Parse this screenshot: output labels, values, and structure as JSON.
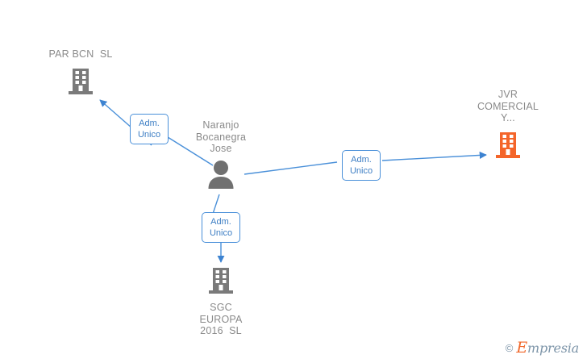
{
  "diagram": {
    "type": "relationship-graph",
    "colors": {
      "node_gray": "#7a7a7a",
      "node_highlight_orange": "#f4652a",
      "edge_blue": "#4a90d9",
      "label_text_gray": "#8a8a8a",
      "edge_label_text": "#3d7ec4",
      "background": "#ffffff"
    },
    "nodes": [
      {
        "id": "par-bcn",
        "label": "PAR BCN  SL",
        "icon": "building-icon",
        "color": "#7a7a7a",
        "label_position": "above"
      },
      {
        "id": "naranjo-bocanegra-jose",
        "label": "Naranjo\nBocanegra\nJose",
        "icon": "person-icon",
        "color": "#7a7a7a",
        "label_position": "above"
      },
      {
        "id": "jvr-comercial",
        "label": "JVR\nCOMERCIAL\nY...",
        "icon": "building-icon",
        "color": "#f4652a",
        "label_position": "above"
      },
      {
        "id": "sgc-europa",
        "label": "SGC\nEUROPA\n2016  SL",
        "icon": "building-icon",
        "color": "#7a7a7a",
        "label_position": "below"
      }
    ],
    "edges": [
      {
        "id": "edge-par-bcn",
        "from": "naranjo-bocanegra-jose",
        "to": "par-bcn",
        "label": "Adm.\nUnico",
        "direction": "to"
      },
      {
        "id": "edge-jvr",
        "from": "naranjo-bocanegra-jose",
        "to": "jvr-comercial",
        "label": "Adm.\nUnico",
        "direction": "to"
      },
      {
        "id": "edge-sgc",
        "from": "naranjo-bocanegra-jose",
        "to": "sgc-europa",
        "label": "Adm.\nUnico",
        "direction": "to"
      }
    ]
  },
  "watermark": {
    "copyright_symbol": "©",
    "brand_initial": "E",
    "brand_rest": "mpresia"
  }
}
